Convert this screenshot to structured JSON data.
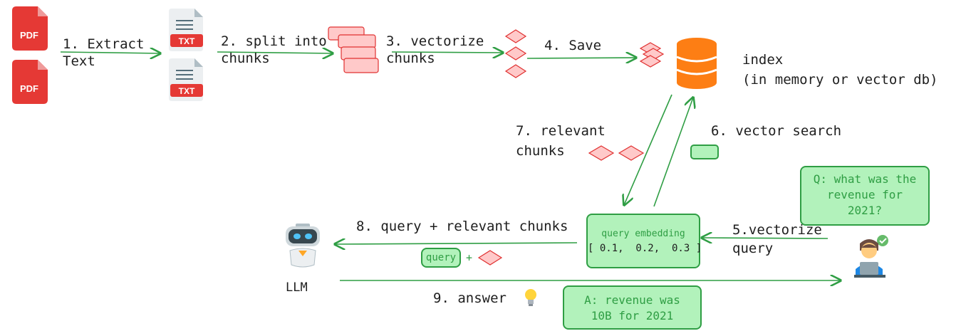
{
  "diagram": {
    "steps": {
      "extract": "1. Extract\nText",
      "split": "2. split into\nchunks",
      "vectorize": "3. vectorize\nchunks",
      "save": "4. Save",
      "vectorize_query": "5.vectorize\nquery",
      "vector_search": "6. vector search",
      "relevant_chunks": "7. relevant\nchunks",
      "query_plus_chunks": "8. query + relevant chunks",
      "answer": "9. answer"
    },
    "index_label": "index\n(in memory or vector db)",
    "query_embedding": {
      "title": "query embedding",
      "values": "[ 0.1,  0.2,  0.3 ]"
    },
    "question": "Q: what was the\nrevenue for\n2021?",
    "answer_box": "A: revenue was\n10B for 2021",
    "query_tag": "query",
    "plus": "+",
    "llm_label": "LLM",
    "icons": {
      "pdf_badge": "PDF",
      "txt_badge": "TXT"
    },
    "colors": {
      "arrow": "#2f9e44",
      "box_fill": "#b2f2bb",
      "chunk_fill": "#ffc9c9",
      "chunk_stroke": "#e03131",
      "database": "#fd7e14",
      "pdf_red": "#e53935"
    }
  }
}
